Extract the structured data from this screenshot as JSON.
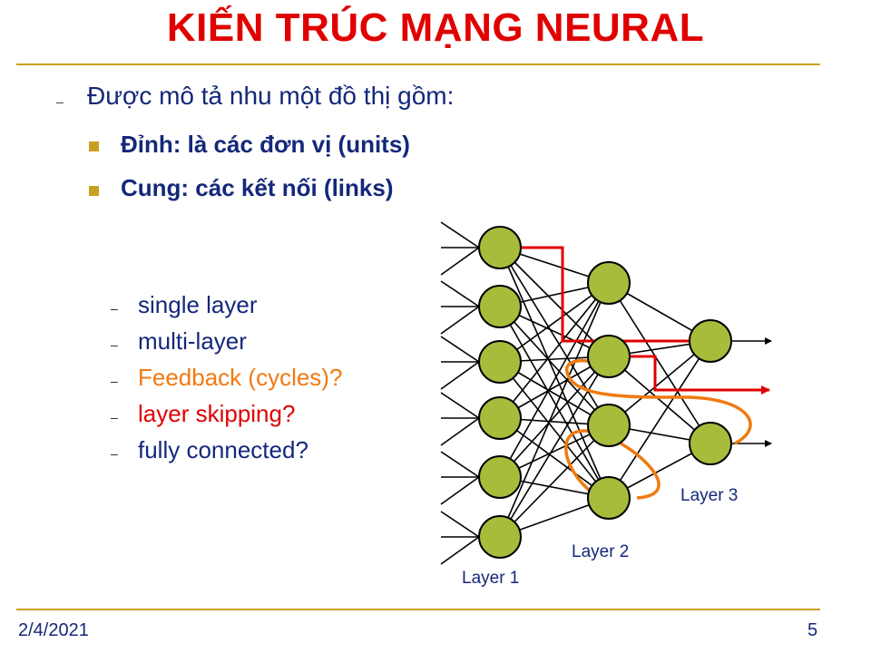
{
  "title": "KIẾN TRÚC MẠNG NEURAL",
  "intro": "Được mô tả nhu một đồ thị gồm:",
  "bullets": [
    {
      "label": "Đỉnh: là các đơn vị (units)"
    },
    {
      "label": "Cung: các kết nối (links)"
    }
  ],
  "sub_items": [
    {
      "label": "single layer",
      "color": "#14287a"
    },
    {
      "label": "multi-layer",
      "color": "#14287a"
    },
    {
      "label": "Feedback (cycles)?",
      "color": "#f07a10"
    },
    {
      "label": "layer skipping?",
      "color": "#e00000"
    },
    {
      "label": "fully connected?",
      "color": "#14287a"
    }
  ],
  "diagram": {
    "layer_labels": [
      "Layer 1",
      "Layer 2",
      "Layer 3"
    ],
    "node_color": "#a8bc3c",
    "skip_path_color": "#e00000",
    "feedback_color": "#f07a10"
  },
  "footer": {
    "date": "2/4/2021",
    "page": "5"
  }
}
